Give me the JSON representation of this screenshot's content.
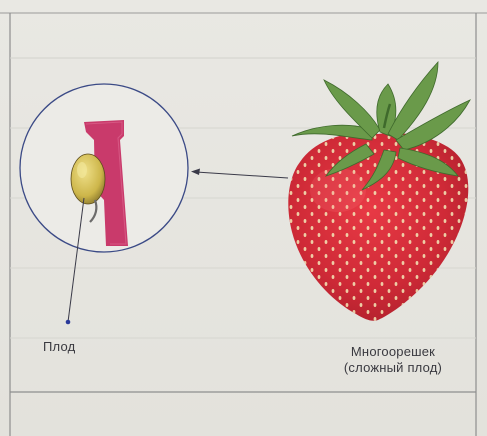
{
  "labels": {
    "fruit": "Плод",
    "multi_nutlet": "Многоорешек",
    "compound_fruit": "(сложный плод)"
  },
  "colors": {
    "paper": "#e6e5e0",
    "strawberry_red": "#d42c3a",
    "seed_yellow": "#d9c65a",
    "receptacle_pink": "#c93a6b",
    "leaf_green": "#6a9a4a",
    "circle_line": "#3b4a86"
  }
}
